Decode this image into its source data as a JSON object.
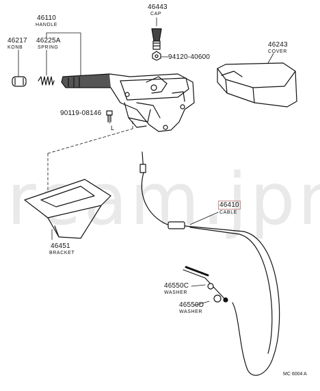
{
  "watermark": "ream.jpn",
  "parts": [
    {
      "id": "p46110",
      "num": "46110",
      "name": "HANDLE"
    },
    {
      "id": "p46443",
      "num": "46443",
      "name": "CAP"
    },
    {
      "id": "p46217",
      "num": "46217",
      "name": "KONB"
    },
    {
      "id": "p46225A",
      "num": "46225A",
      "name": "SPRING"
    },
    {
      "id": "p94120",
      "num": "94120-40600",
      "name": ""
    },
    {
      "id": "p46243",
      "num": "46243",
      "name": "COVER"
    },
    {
      "id": "p90119",
      "num": "90119-08146",
      "name": ""
    },
    {
      "id": "p46410",
      "num": "46410",
      "name": "CABLE"
    },
    {
      "id": "p46451",
      "num": "46451",
      "name": "BRACKET"
    },
    {
      "id": "p46550C",
      "num": "46550C",
      "name": "WASHER"
    },
    {
      "id": "p46550D",
      "num": "46550D",
      "name": "WASHER"
    }
  ],
  "callout_letter": "L",
  "diagram_code": "MC 6004 A"
}
